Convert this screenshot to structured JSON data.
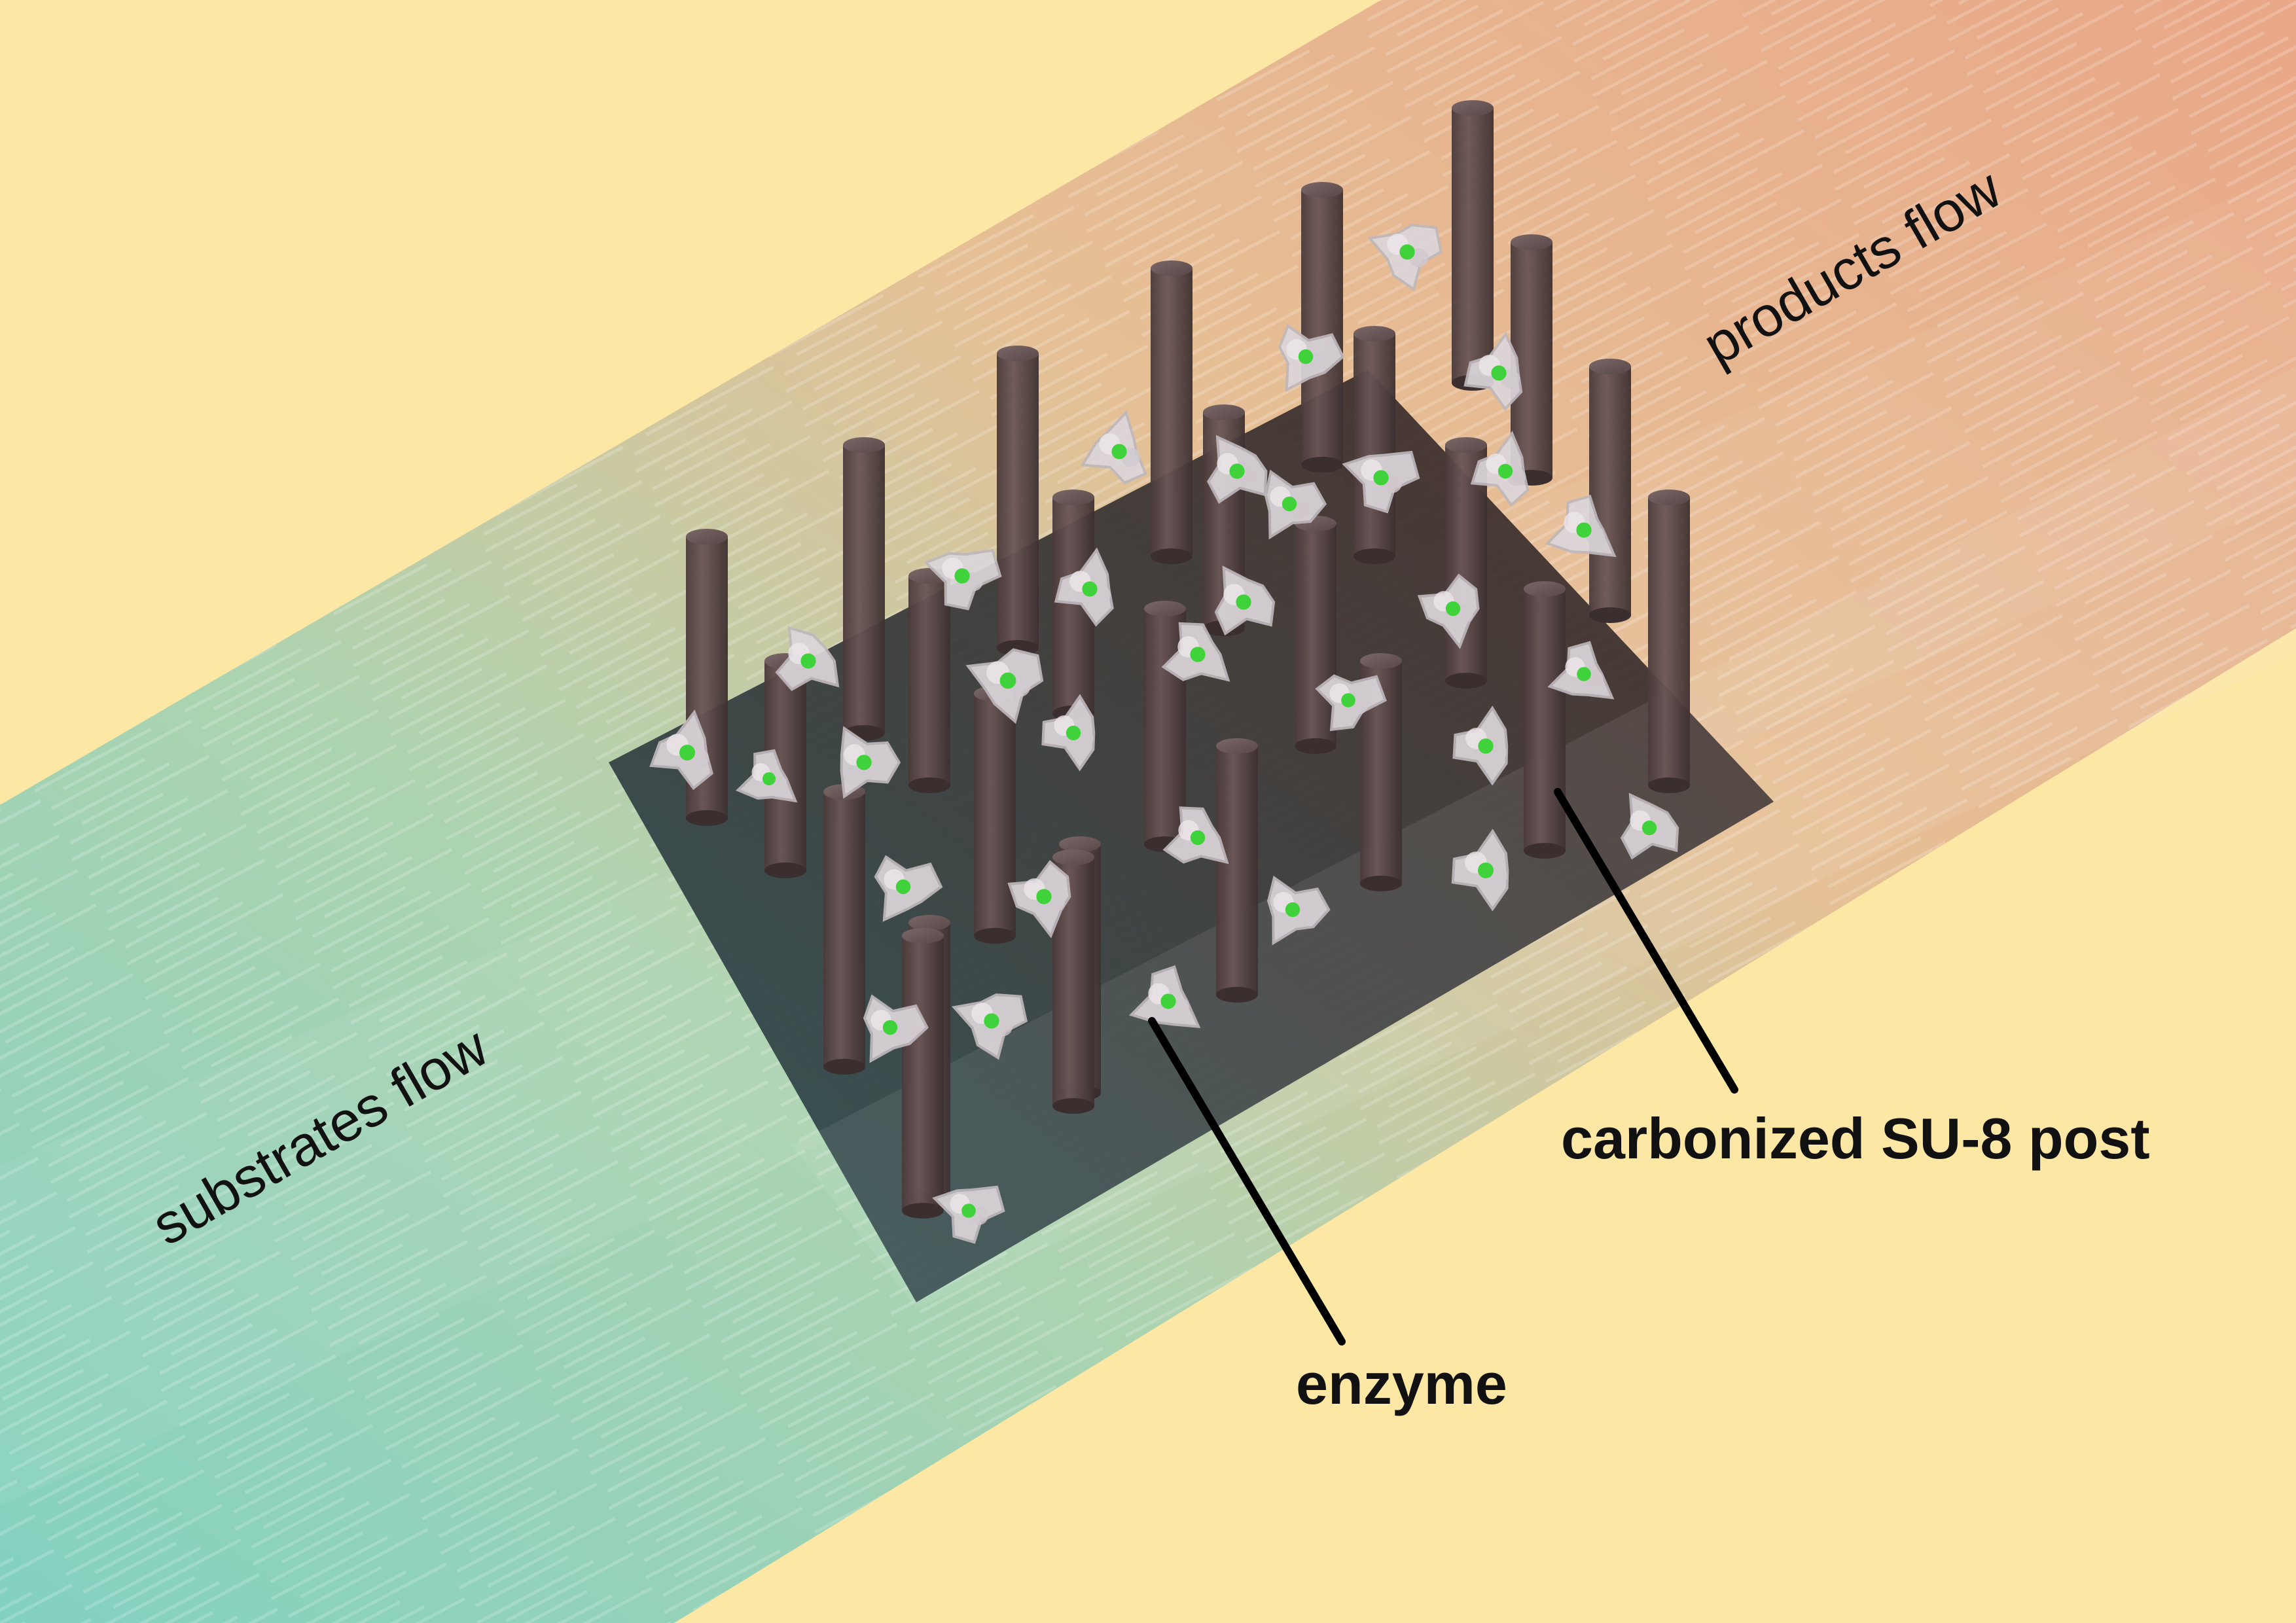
{
  "labels": {
    "substrates_flow": "substrates flow",
    "products_flow": "products flow",
    "enzyme": "enzyme",
    "carbonized_post": "carbonized SU-8 post"
  },
  "colors": {
    "background": "#fde7a5",
    "substrate_flow": "#7cd0c2",
    "product_flow": "#e6a487",
    "substrate_pad": "#2f4d51",
    "product_pad": "#3d2a27",
    "post": "#5a4646",
    "enzyme": "#dcd6da",
    "enzyme_core": "#3fd23b",
    "callout_line": "#000000"
  },
  "icons": {
    "post": "cylinder",
    "enzyme": "protein-cluster"
  }
}
